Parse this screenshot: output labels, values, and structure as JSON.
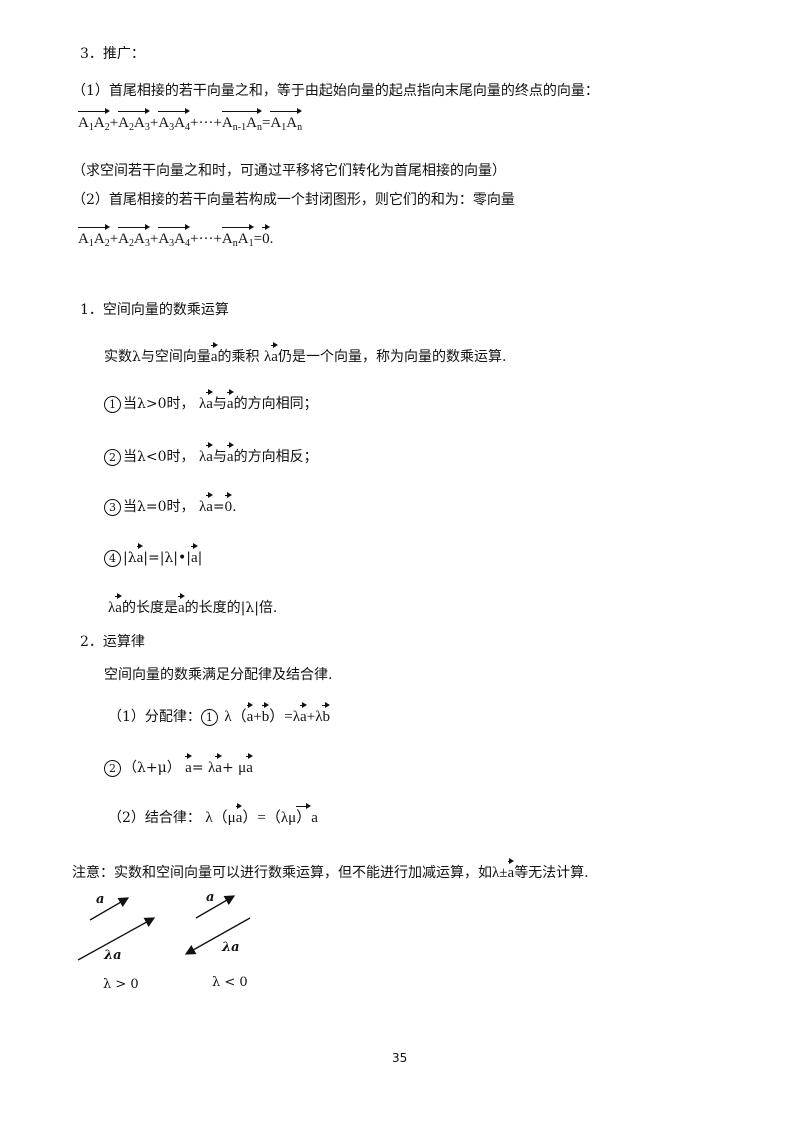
{
  "section3": {
    "heading": "3．推广：",
    "item1_text": "（1）首尾相接的若干向量之和，等于由起始向量的起点指向末尾向量的终点的向量：",
    "item1_note": "（求空间若干向量之和时，可通过平移将它们转化为首尾相接的向量）",
    "item2_text": "（2）首尾相接的若干向量若构成一个封闭图形，则它们的和为：零向量"
  },
  "formulas": {
    "A": "A",
    "s1": "1",
    "s2": "2",
    "s3": "3",
    "s4": "4",
    "sn1": "n-1",
    "sn": "n",
    "plus": "+",
    "dots": "+···+",
    "eq": "=",
    "zero": "0",
    "period": "."
  },
  "part1": {
    "heading": "1．空间向量的数乘运算",
    "def_1": "实数λ与空间向量",
    "def_2": "的乘积",
    "def_3": "仍是一个向量，称为向量的数乘运算.",
    "c1_label": "当λ>0时，",
    "c1_mid": "与",
    "c1_end": "的方向相同；",
    "c2_label": "当λ<0时，",
    "c2_mid": "与",
    "c2_end": "的方向相反；",
    "c3_label": "当λ=0时，",
    "c3_eq": "=",
    "c4_a": "|λ",
    "c4_b": "|=|λ|•|",
    "c4_c": "|",
    "len_1": "的长度是",
    "len_2": "的长度的|λ|倍."
  },
  "part2": {
    "heading": "2．运算律",
    "intro": "空间向量的数乘满足分配律及结合律.",
    "dist_label": "（1）分配律：",
    "dist_open": "λ（",
    "dist_plus": "+",
    "dist_close": "）=",
    "dist_rhs_plus": "+",
    "dist2_lhs": "（λ+μ）",
    "dist2_eq": "=",
    "dist2_plus": "+",
    "assoc_label": "（2）结合律：",
    "assoc_a": "λ（",
    "assoc_b": "）=（",
    "assoc_c": "λμ",
    "assoc_d": "）"
  },
  "note": {
    "start": "注意：实数和空间向量可以进行数乘运算，但不能进行加减运算，如",
    "mid": "λ±",
    "end": "等无法计算."
  },
  "symbols": {
    "a": "a",
    "b": "b",
    "lambda": "λ",
    "mu": "μ",
    "c1": "1",
    "c2": "2",
    "c3": "3",
    "c4": "4"
  },
  "figure": {
    "left_top": "a",
    "left_bottom": "λa",
    "left_caption": "λ > 0",
    "right_top": "a",
    "right_bottom": "λa",
    "right_caption": "λ < 0"
  },
  "page_number": "35"
}
